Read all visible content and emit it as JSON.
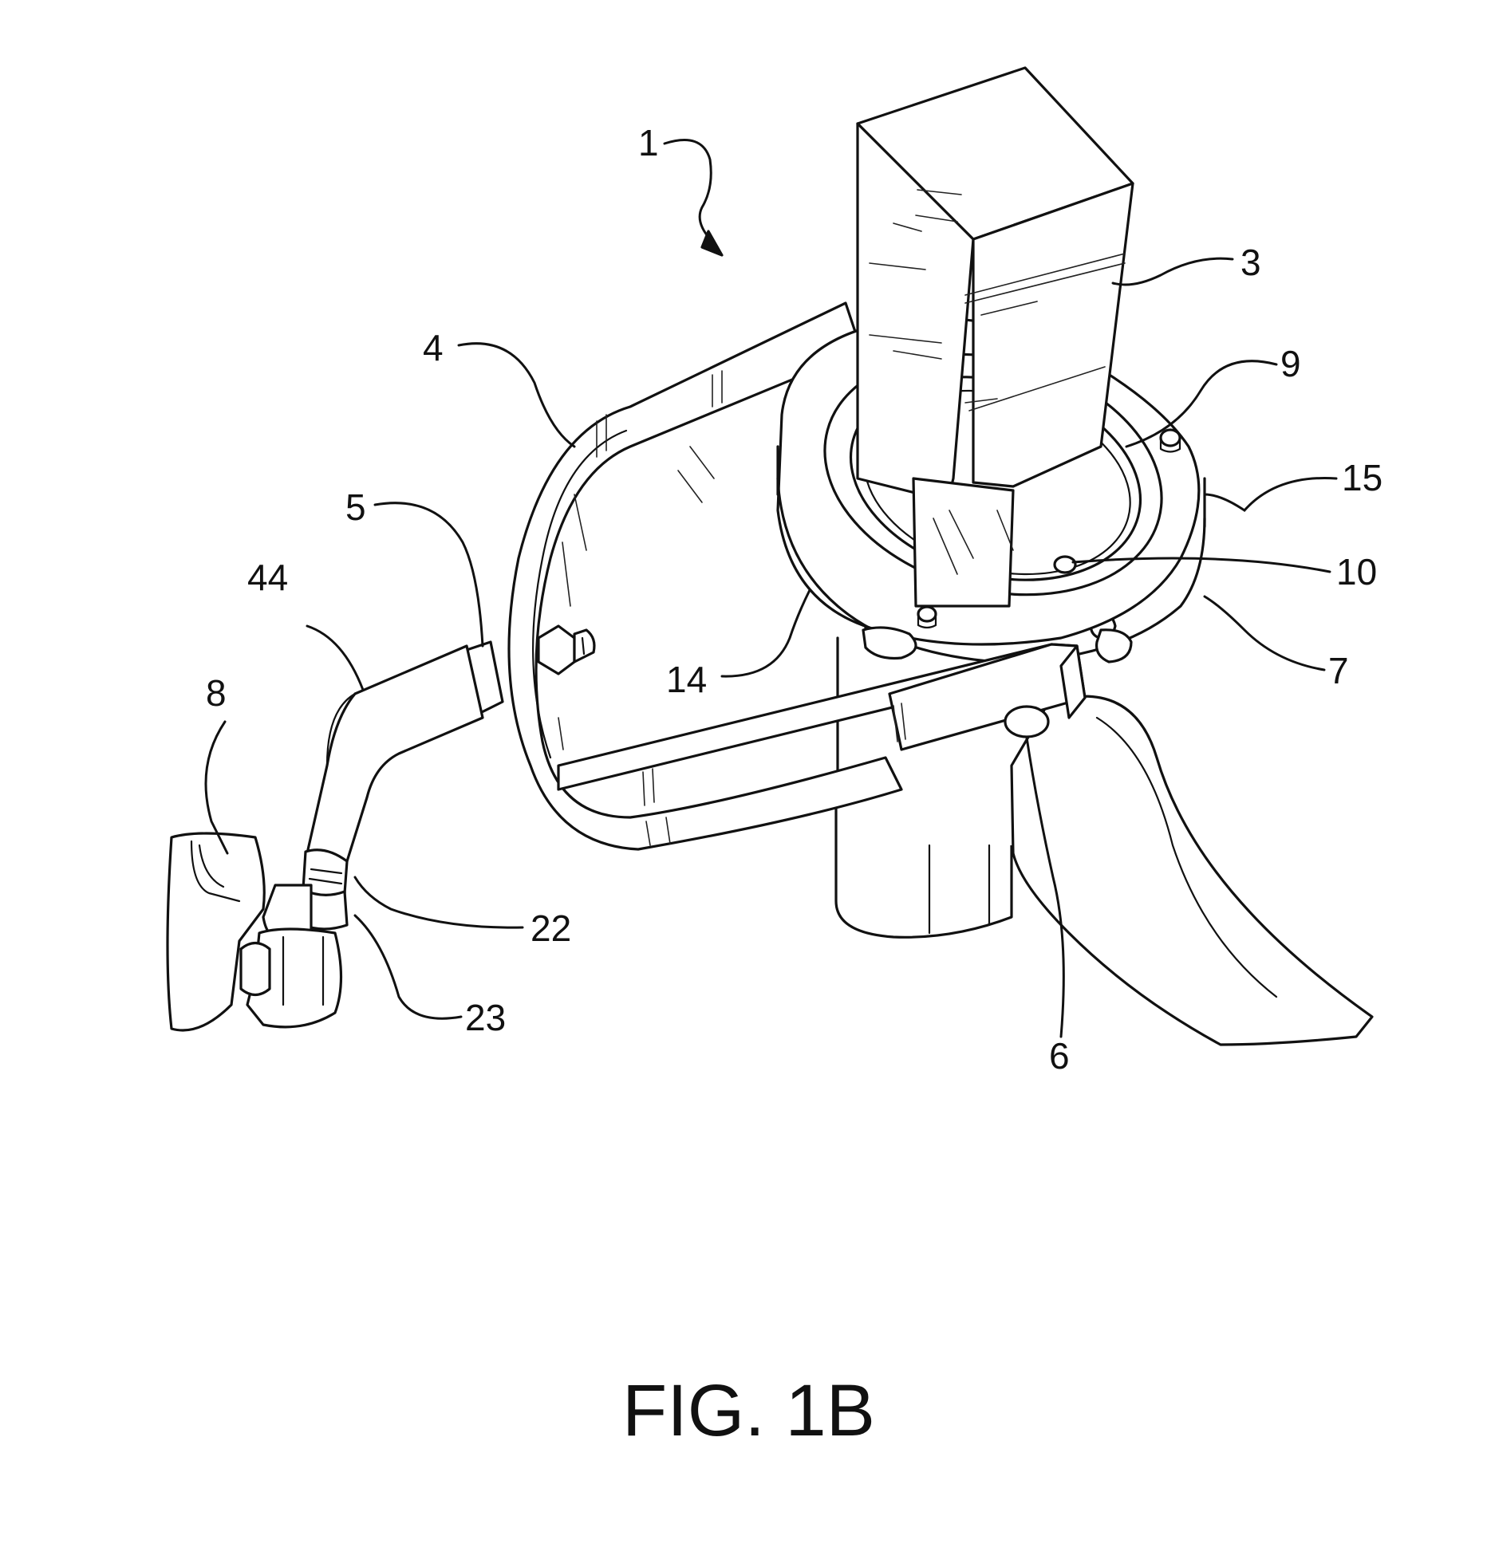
{
  "figure": {
    "caption": "FIG. 1B",
    "reference_numerals": {
      "assembly": "1",
      "block": "3",
      "frame_loop": "4",
      "fitting": "5",
      "bar_end": "6",
      "ring_outer": "7",
      "mount": "8",
      "ring_inner": "9",
      "pin": "10",
      "ring_face": "14",
      "ring_top": "15",
      "clamp": "22",
      "collar": "23",
      "elbow_pipe": "44"
    }
  }
}
